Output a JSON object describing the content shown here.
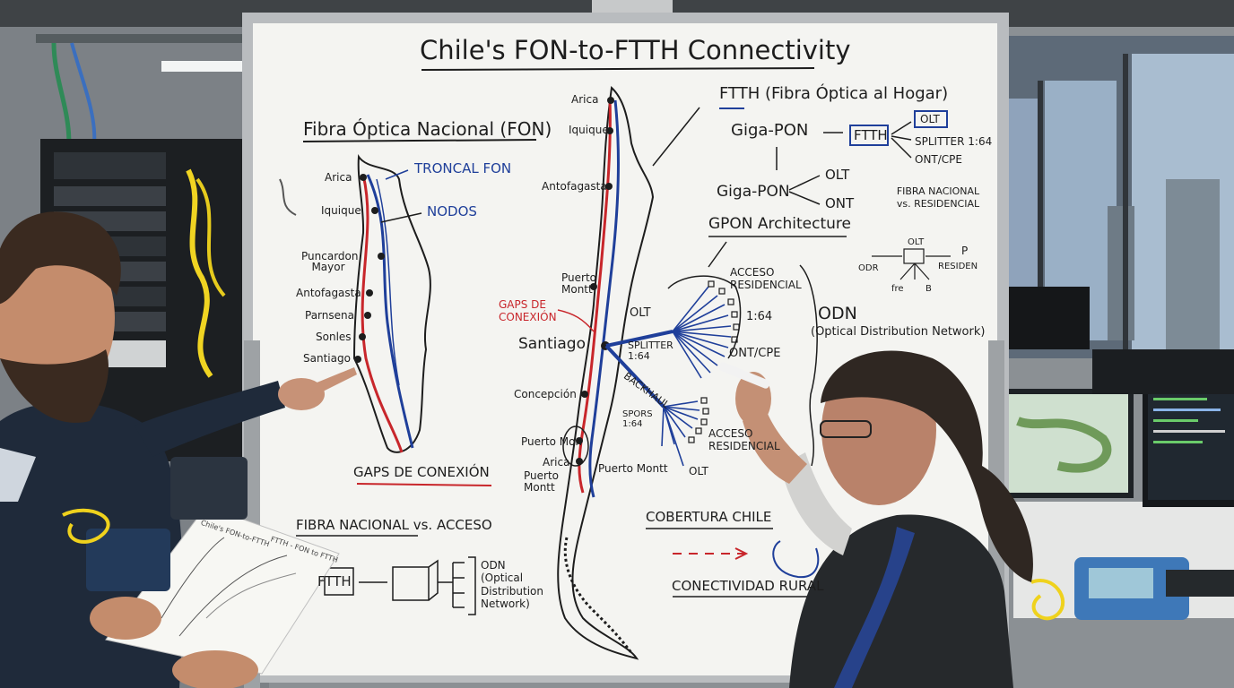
{
  "whiteboard": {
    "title": "Chile's FON-to-FTTH Connectivity",
    "fon_panel": {
      "heading": "Fibra Óptica Nacional (FON)",
      "legend_troncal": "TRONCAL FON",
      "legend_nodos": "NODOS",
      "cities": [
        "Arica",
        "Iquique",
        "Puncardon Mayor",
        "Antofagasta",
        "Parnsena",
        "Sonles",
        "Santiago"
      ],
      "gaps_label": "GAPS DE CONEXIÓN",
      "comparison_label": "FIBRA NACIONAL vs. ACCESO",
      "ftth_box": "FTTH",
      "odn_label": "ODN (Optical Distribution Network)"
    },
    "central_map": {
      "cities": [
        "Arica",
        "Iquique",
        "Antofagasta",
        "Puerto Montt",
        "Santiago",
        "Concepción",
        "Puerto Mon",
        "Arica",
        "Puerto Montt",
        "Puerto Montt"
      ],
      "gaps_label": "GAPS DE CONEXIÓN",
      "olt_label": "OLT",
      "splitter_label": "SPLITTER 1:64",
      "backhaul_label": "BACKHAUL",
      "spors_label": "SPORS 1:64",
      "ratio_label": "1:64",
      "ont_label": "ONT/CPE",
      "acceso_top": "ACCESO RESIDENCIAL",
      "acceso_bottom": "ACCESO RESIDENCIAL",
      "olt_bottom": "OLT"
    },
    "ftth_panel": {
      "heading": "FTTH (Fibra Óptica al Hogar)",
      "giga_pon_1": "Giga-PON",
      "ftth_box": "FTTH",
      "olt_box": "OLT",
      "splitter": "SPLITTER 1:64",
      "ont": "ONT/CPE",
      "giga_pon_2": "Giga-PON",
      "olt_2": "OLT",
      "ont_2": "ONT",
      "fibra_nacional": "FIBRA NACIONAL vs. RESIDENCIAL",
      "gpon_arch": "GPON Architecture",
      "mini_olt": "OLT",
      "mini_odr": "ODR",
      "mini_residen": "RESIDEN",
      "mini_p": "P",
      "mini_fre": "fre",
      "mini_b": "B",
      "odn_title": "ODN",
      "odn_sub": "(Optical Distribution Network)",
      "cobertura": "COBERTURA CHILE",
      "conectividad": "CONECTIVIDAD RURAL"
    }
  },
  "handout": {
    "title": "Chile's FON-to-FTTH",
    "right_title": "FTTH - FON to FTTH"
  },
  "colors": {
    "board": "#f4f4f1",
    "marker_black": "#1d1d1d",
    "marker_blue": "#1f3f9a",
    "marker_red": "#c8262b",
    "frame": "#b9bcbf"
  }
}
